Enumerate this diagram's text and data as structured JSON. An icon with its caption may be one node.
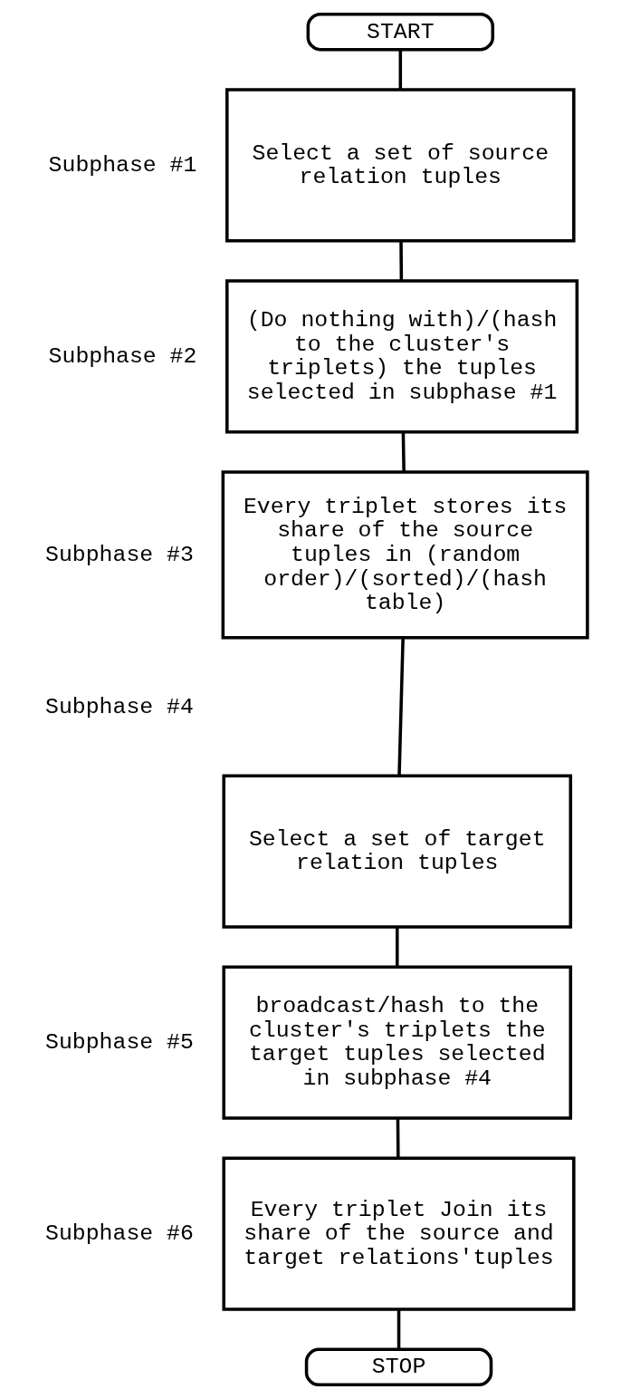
{
  "diagram": {
    "nodes": [
      {
        "text": [
          "START"
        ]
      },
      {
        "text": [
          "Select a set of source relation tuples"
        ],
        "beside": [
          "Subphase #1"
        ]
      },
      {
        "text": [
          "(Do nothing with)/(hash to the cluster's triplets) the tuples selected in subphase #1"
        ],
        "beside": [
          "Subphase #2"
        ]
      },
      {
        "text": [
          "Every triplet stores its share of the source tuples in (random order)/(sorted)/(hash table)"
        ],
        "beside": [
          "Subphase #3"
        ]
      },
      {
        "text": [
          "Select a set of target relation tuples"
        ]
      },
      {
        "text": [
          "broadcast/hash to the cluster's triplets the target tuples selected in subphase #4"
        ],
        "beside": [
          "Subphase #5"
        ]
      },
      {
        "text": [
          "Every triplet Join its share of the source and target relations'tuples"
        ],
        "beside": [
          "Subphase #6"
        ]
      },
      {
        "text": [
          "STOP"
        ]
      }
    ],
    "edges": [
      {
        "from": 0,
        "to": 1,
        "arrow": "none"
      },
      {
        "from": 1,
        "to": 2,
        "arrow": "none"
      },
      {
        "from": 2,
        "to": 3,
        "arrow": "none"
      },
      {
        "from": 3,
        "to": 4,
        "arrow": "none"
      },
      {
        "from": 4,
        "to": 5,
        "arrow": "none"
      },
      {
        "from": 5,
        "to": 6,
        "arrow": "none"
      },
      {
        "from": 6,
        "to": 7,
        "arrow": "none"
      }
    ],
    "labels": [
      "Subphase #4"
    ]
  }
}
